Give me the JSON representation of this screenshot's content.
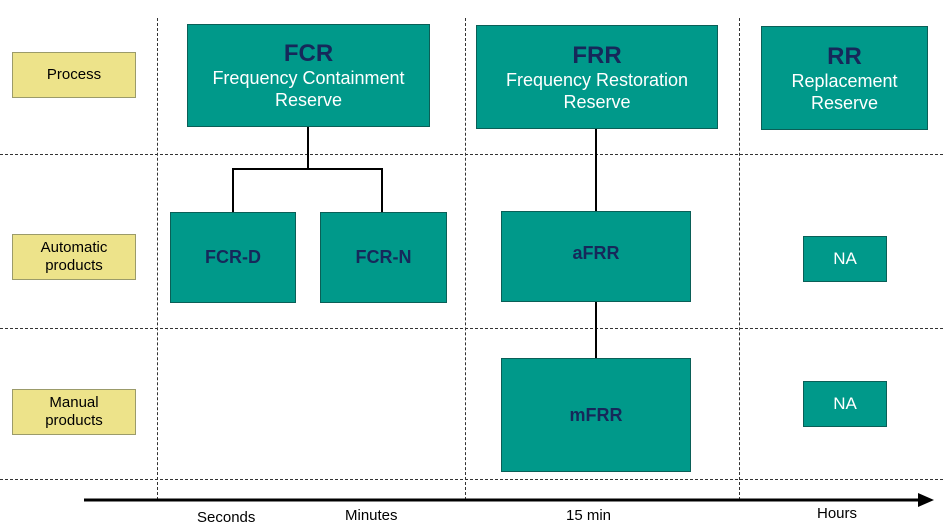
{
  "row_labels": {
    "process": "Process",
    "automatic_line1": "Automatic",
    "automatic_line2": "products",
    "manual_line1": "Manual",
    "manual_line2": "products"
  },
  "process": {
    "fcr": {
      "abbr": "FCR",
      "line1": "Frequency Containment",
      "line2": "Reserve"
    },
    "frr": {
      "abbr": "FRR",
      "line1": "Frequency Restoration",
      "line2": "Reserve"
    },
    "rr": {
      "abbr": "RR",
      "line1": "Replacement",
      "line2": "Reserve"
    }
  },
  "automatic": {
    "fcr_d": "FCR-D",
    "fcr_n": "FCR-N",
    "afrr": "aFRR",
    "rr": "NA"
  },
  "manual": {
    "mfrr": "mFRR",
    "rr": "NA"
  },
  "timeline": {
    "seconds": "Seconds",
    "minutes": "Minutes",
    "fifteen_min": "15 min",
    "hours": "Hours"
  },
  "colors": {
    "label_fill": "#ede38a",
    "box_fill": "#00998a",
    "title_text": "#16285a"
  }
}
